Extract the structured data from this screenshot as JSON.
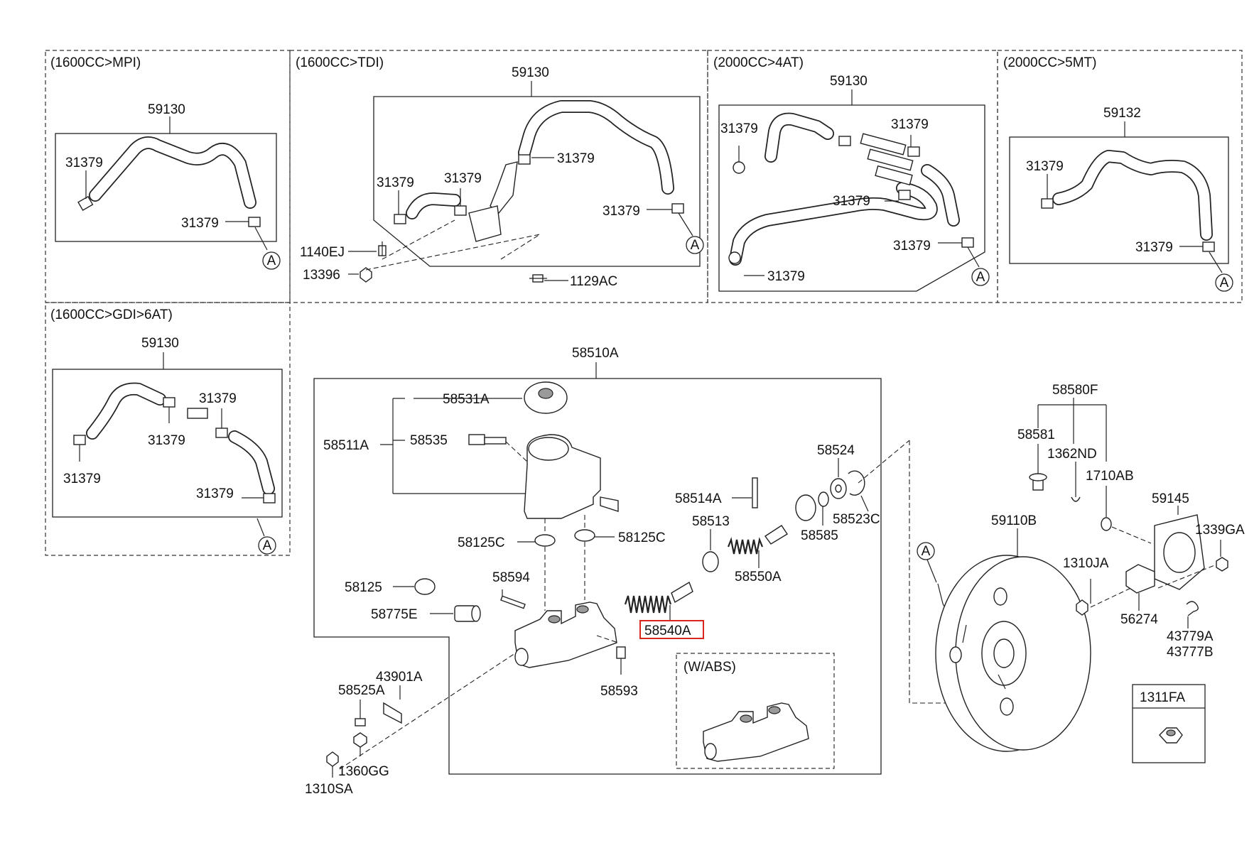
{
  "sections": {
    "mpi": "(1600CC>MPI)",
    "tdi": "(1600CC>TDI)",
    "at4": "(2000CC>4AT)",
    "mt5": "(2000CC>5MT)",
    "gdi": "(1600CC>GDI>6AT)",
    "abs": "(W/ABS)"
  },
  "marker": "A",
  "parts": {
    "p59130": "59130",
    "p59132": "59132",
    "p31379": "31379",
    "p1140EJ": "1140EJ",
    "p13396": "13396",
    "p1129AC": "1129AC",
    "p58510A": "58510A",
    "p58531A": "58531A",
    "p58511A": "58511A",
    "p58535": "58535",
    "p58524": "58524",
    "p58514A": "58514A",
    "p58523C": "58523C",
    "p58513": "58513",
    "p58585": "58585",
    "p58125C": "58125C",
    "p58550A": "58550A",
    "p58125": "58125",
    "p58594": "58594",
    "p58775E": "58775E",
    "p58540A": "58540A",
    "p43901A": "43901A",
    "p58593": "58593",
    "p58525A": "58525A",
    "p1360GG": "1360GG",
    "p1310SA": "1310SA",
    "p58580F": "58580F",
    "p58581": "58581",
    "p1362ND": "1362ND",
    "p1710AB": "1710AB",
    "p59145": "59145",
    "p59110B": "59110B",
    "p1339GA": "1339GA",
    "p1310JA": "1310JA",
    "p56274": "56274",
    "p43779A": "43779A",
    "p43777B": "43777B",
    "p1311FA": "1311FA"
  },
  "highlight": "58540A"
}
